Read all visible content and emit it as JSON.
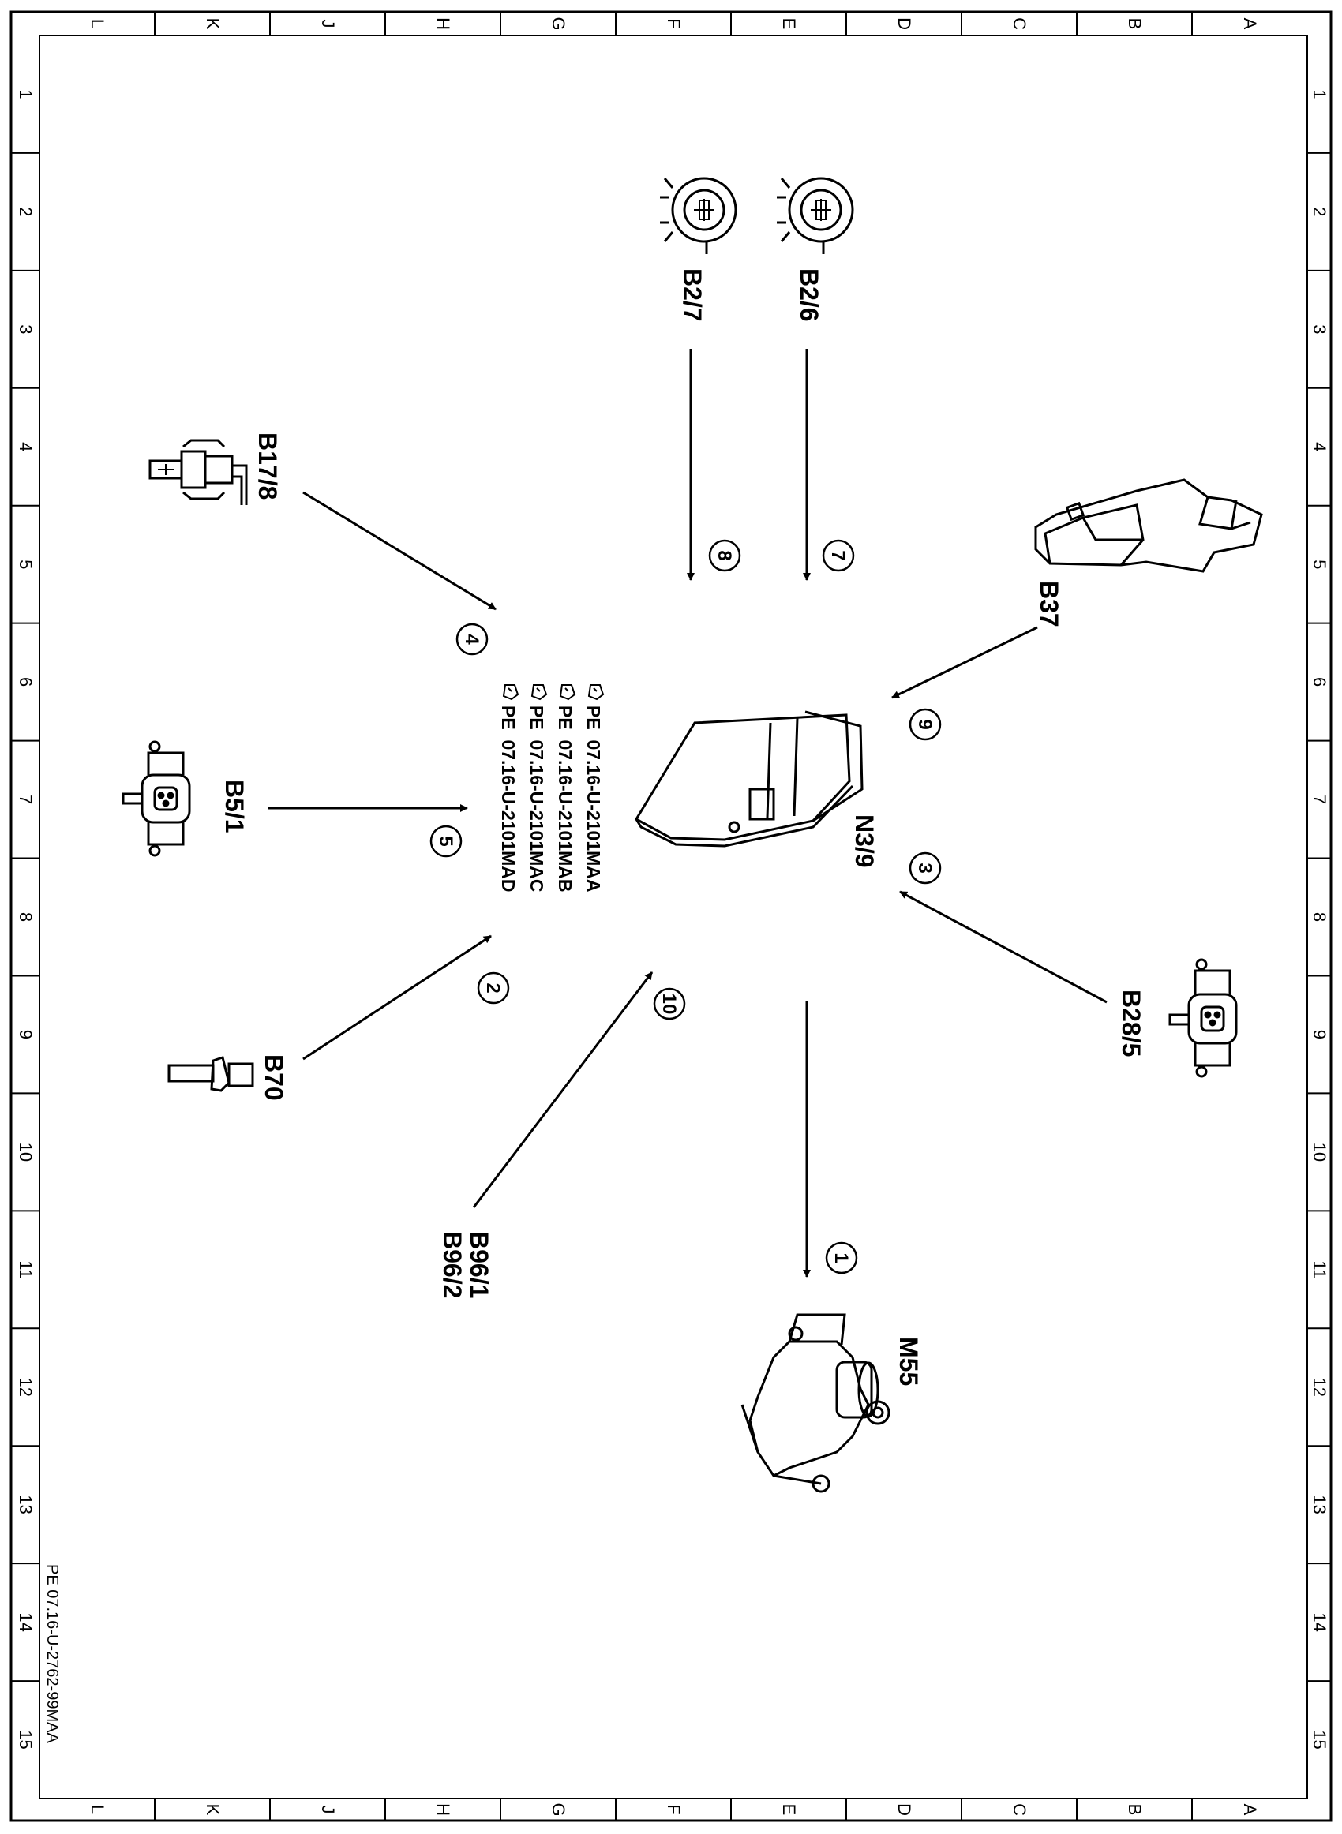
{
  "diagram": {
    "border": {
      "letters": [
        "L",
        "K",
        "J",
        "H",
        "G",
        "F",
        "E",
        "D",
        "C",
        "B",
        "A"
      ],
      "numbers": [
        "1",
        "2",
        "3",
        "4",
        "5",
        "6",
        "7",
        "8",
        "9",
        "10",
        "11",
        "12",
        "13",
        "14",
        "15"
      ]
    },
    "components": [
      {
        "id": "B2/7",
        "name": "b2-7-sensor"
      },
      {
        "id": "B2/6",
        "name": "b2-6-sensor"
      },
      {
        "id": "B17/8",
        "name": "b17-8-sensor"
      },
      {
        "id": "B37",
        "name": "b37-pedal-sensor"
      },
      {
        "id": "N3/9",
        "name": "n3-9-control-unit"
      },
      {
        "id": "B5/1",
        "name": "b5-1-sensor"
      },
      {
        "id": "B28/5",
        "name": "b28-5-sensor"
      },
      {
        "id": "B70",
        "name": "b70-sensor"
      },
      {
        "id": "B96/1",
        "name": "b96-1-sensor"
      },
      {
        "id": "B96/2",
        "name": "b96-2-sensor"
      },
      {
        "id": "M55",
        "name": "m55-actuator"
      }
    ],
    "callouts": [
      "1",
      "2",
      "3",
      "4",
      "5",
      "7",
      "8",
      "9",
      "10"
    ],
    "references": [
      "PE  07.16-U-2101MAA",
      "PE  07.16-U-2101MAB",
      "PE  07.16-U-2101MAC",
      "PE  07.16-U-2101MAD"
    ],
    "document_id": "PE 07.16-U-2762-99MAA",
    "colors": {
      "ink": "#000000",
      "paper": "#ffffff"
    }
  }
}
